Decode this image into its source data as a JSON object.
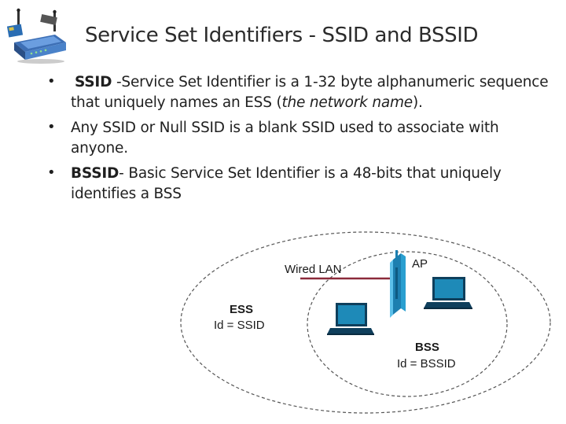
{
  "title": "Service Set Identifiers - SSID and BSSID",
  "bullets": [
    {
      "term": "SSID",
      "text_before": " -Service Set Identifier is a 1-32 byte alphanumeric sequence that uniquely names an ESS (",
      "italic": "the network name",
      "text_after": ")."
    },
    {
      "text": "Any SSID or Null SSID is a blank SSID used to associate with anyone."
    },
    {
      "term": "BSSID",
      "text_after": "- Basic Service Set Identifier is a  48-bits that uniquely identifies a BSS"
    }
  ],
  "diagram": {
    "wired_lan_label": "Wired LAN",
    "ap_label": "AP",
    "ess_label": "ESS",
    "ess_id": "Id = SSID",
    "bss_label": "BSS",
    "bss_id": "Id = BSSID"
  },
  "icons": [
    "router-icon",
    "access-point-icon",
    "laptop-icon"
  ],
  "colors": {
    "laptop_screen": "#1e8ab8",
    "laptop_body": "#0f3f5c",
    "access_point": "#2a9fd0",
    "wired_lan": "#8b2a3a",
    "ellipse_stroke": "#555555"
  }
}
